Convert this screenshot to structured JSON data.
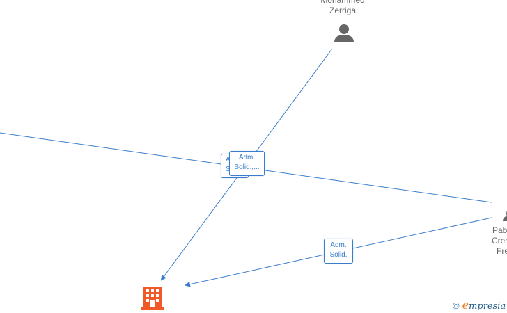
{
  "nodes": {
    "mohammed": {
      "name_line1": "Mohammed",
      "name_line2": "Zerriga",
      "icon": "person-icon"
    },
    "pablo": {
      "name_line1": "Pab",
      "name_line2": "Cres",
      "name_line3": "Fre",
      "icon": "person-icon"
    },
    "company": {
      "icon": "building-icon"
    }
  },
  "edges": {
    "label_left_behind": {
      "line1": "Ad",
      "line2": "S"
    },
    "label_top": {
      "line1": "Adm.",
      "line2": "Solid.,..."
    },
    "label_bottom": {
      "line1": "Adm.",
      "line2": "Solid."
    }
  },
  "colors": {
    "edge": "#3a7dcc",
    "person": "#666666",
    "company": "#f05a28"
  },
  "watermark": {
    "copyright": "©",
    "brand_e": "e",
    "brand_rest": "mpresia"
  }
}
